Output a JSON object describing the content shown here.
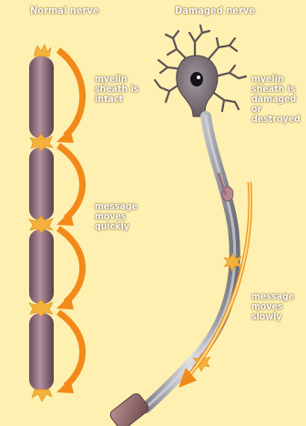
{
  "titles": {
    "normal": "Normal nerve",
    "damaged": "Damaged nerve"
  },
  "labels": {
    "myelin_intact": "myelin\nsheath is\nintact",
    "message_quick": "message\nmoves\nquickly",
    "myelin_damaged": "myelin\nsheath is\ndamaged or\ndestroyed",
    "message_slow": "message\nmoves slowly"
  },
  "colors": {
    "background": "#fdf0b0",
    "myelin_segment": "#8a6a78",
    "node": "#f6b13b",
    "arrow": "#f28a1a",
    "slow_arrow": "#f4dd78",
    "cell_body": "#7b7077",
    "axon": "#a7a9b1"
  }
}
